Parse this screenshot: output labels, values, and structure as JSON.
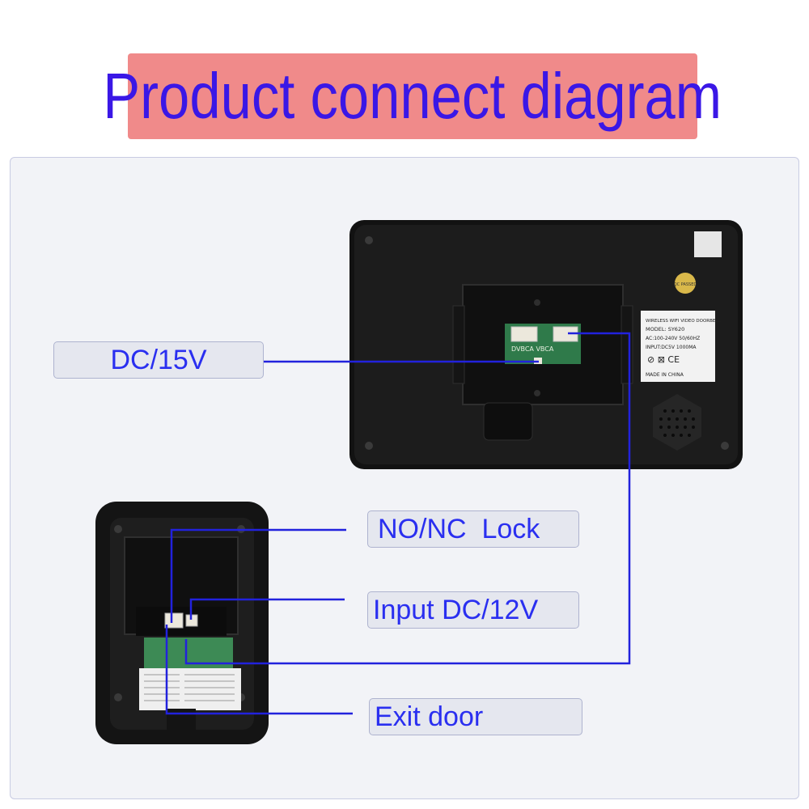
{
  "title": "Product connect diagram",
  "labels": {
    "dc15v": "DC/15V",
    "nonc_lock": "NO/NC  Lock",
    "input_dc12v": "Input DC/12V",
    "exit_door": "Exit door"
  },
  "monitor": {
    "sticker_lines": [
      "WIRELESS WIFI VIDEO DOORBELL",
      "MODEL: SY620",
      "AC:100-240V 50/60HZ",
      "INPUT:DC5V  1000MA",
      "MADE IN CHINA"
    ],
    "cert_marks": "⊘ ⊠ CE",
    "qc_badge": "QC PASSED",
    "connector_labels": "DVBCA   VBCA"
  },
  "colors": {
    "title_banner": "#f08a8a",
    "title_text": "#3a17e6",
    "label_text": "#2a2ff0",
    "wire": "#2222dd"
  }
}
